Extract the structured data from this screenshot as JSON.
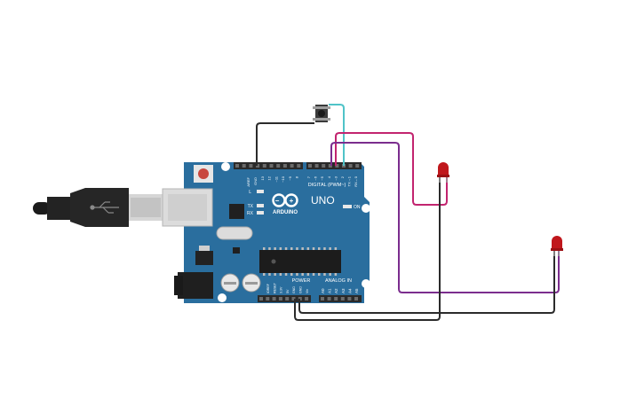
{
  "board": {
    "logo_text": "ARDUINO",
    "model": "UNO",
    "digital_label": "DIGITAL (PWM~)",
    "analog_label": "ANALOG IN",
    "power_label": "POWER",
    "on_label": "ON",
    "l_label": "L",
    "tx_label": "TX",
    "rx_label": "RX",
    "aref_label": "AREF",
    "gnd_label": "GND",
    "digital_pins": [
      "13",
      "12",
      "~11",
      "~10",
      "~9",
      "8",
      "7",
      "~6",
      "~5",
      "4",
      "~3",
      "2",
      "TX→1",
      "RX←0"
    ],
    "power_pins": [
      "IOREF",
      "RESET",
      "3.3V",
      "5V",
      "GND",
      "GND",
      "Vin"
    ],
    "analog_pins": [
      "A0",
      "A1",
      "A2",
      "A3",
      "A4",
      "A5"
    ]
  },
  "components": {
    "usb_cable": {
      "icon": "usb-symbol-icon"
    },
    "pushbutton": {
      "icon": "pushbutton-icon"
    },
    "led_1": {
      "color": "#c0171c"
    },
    "led_2": {
      "color": "#c0171c"
    }
  },
  "wires": {
    "ground": "#2b2b2b",
    "button_signal": "#4fc3c8",
    "led1_signal": "#c2246f",
    "led2_signal": "#7b2d8e"
  },
  "colors": {
    "board": "#2a6e9e",
    "board_dark": "#1f5a84",
    "header": "#2a2a2a"
  }
}
